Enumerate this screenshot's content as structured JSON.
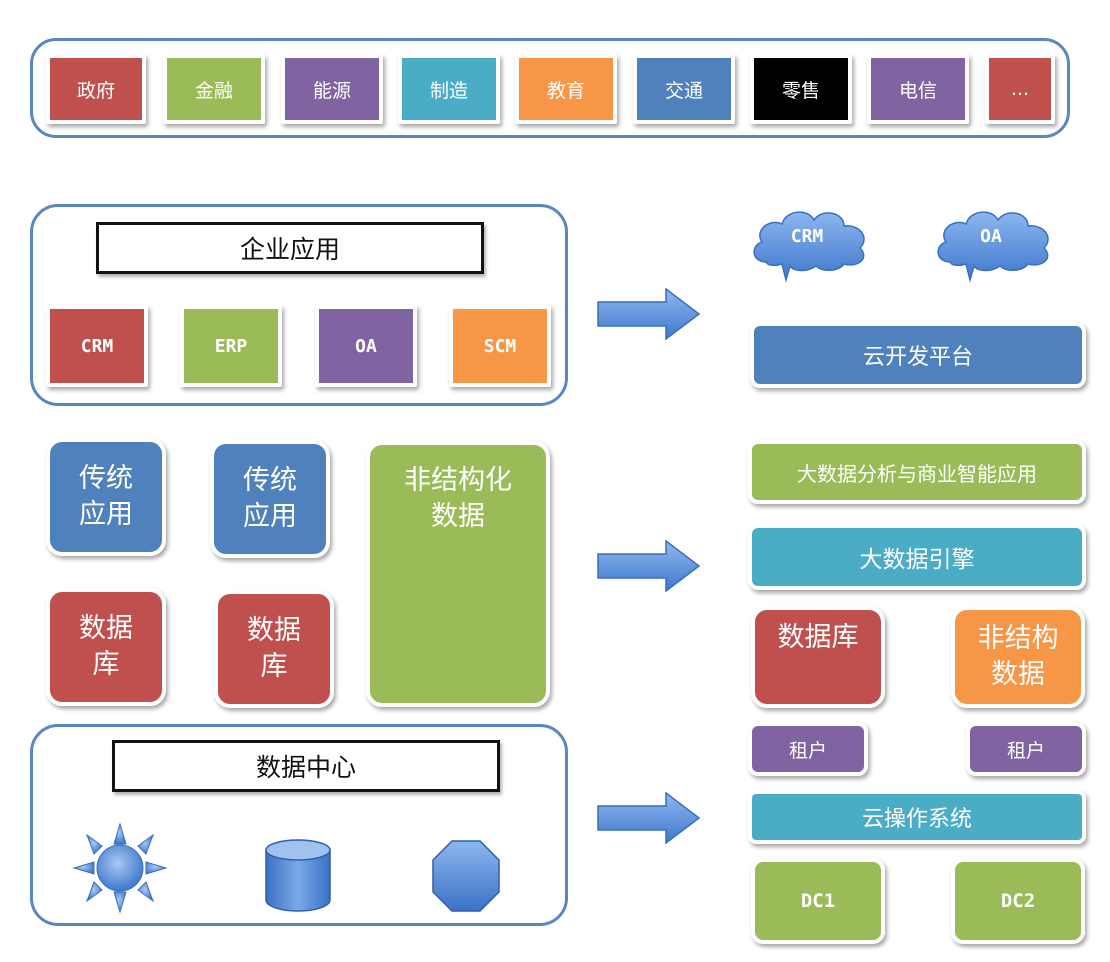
{
  "industries": [
    "政府",
    "金融",
    "能源",
    "制造",
    "教育",
    "交通",
    "零售",
    "电信",
    "..."
  ],
  "enterprise": {
    "title": "企业应用",
    "apps": [
      "CRM",
      "ERP",
      "OA",
      "SCM"
    ]
  },
  "legacy": {
    "traditional_app": "传统\n应用",
    "database": "数据\n库",
    "unstructured": "非结构化\n数据"
  },
  "datacenter": {
    "title": "数据中心",
    "icons": [
      "sun-icon",
      "cylinder-icon",
      "octagon-icon"
    ]
  },
  "cloud": {
    "saas": [
      "CRM",
      "OA"
    ],
    "dev_platform": "云开发平台",
    "bi": "大数据分析与商业智能应用",
    "engine": "大数据引擎",
    "database": "数据库",
    "unstructured": "非结构\n数据",
    "tenants": [
      "租户",
      "租户"
    ],
    "os": "云操作系统",
    "dcs": [
      "DC1",
      "DC2"
    ]
  },
  "colors": {
    "red": "#c0504d",
    "green": "#9bbb59",
    "purple": "#8064a2",
    "teal": "#4bacc6",
    "orange": "#f79646",
    "blue": "#4f81bd",
    "black": "#000000",
    "frame": "#5a86c4"
  }
}
